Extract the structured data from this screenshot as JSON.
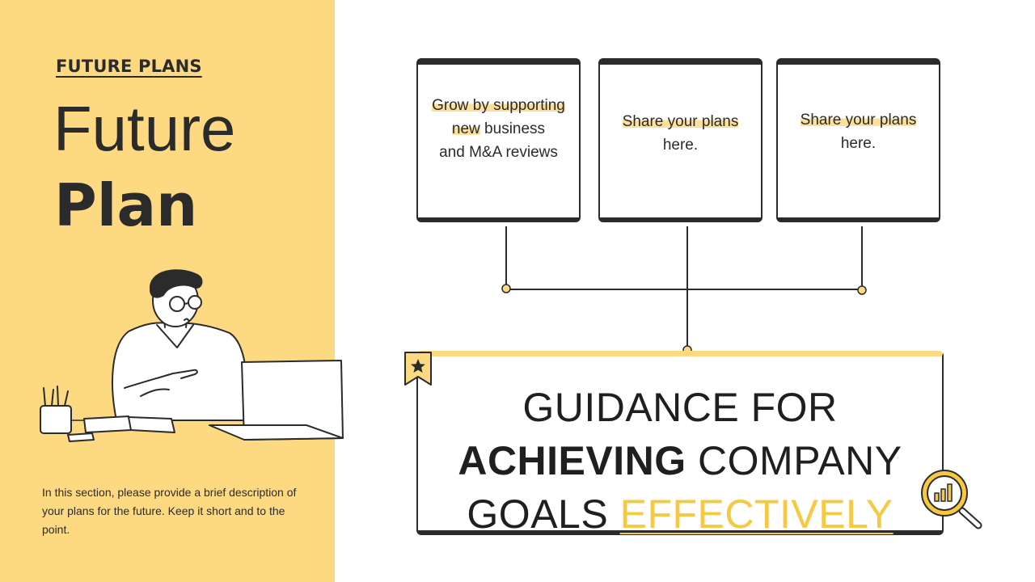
{
  "sidebar": {
    "section_label": "FUTURE PLANS",
    "title_light": "Future",
    "title_bold": "Plan",
    "description": "In this section, please provide a brief description of your plans for the future. Keep it short and to the point."
  },
  "cards": [
    {
      "line1": "Grow by supporting",
      "line2": "new",
      "line2_rest": " business",
      "line3": "and M&A reviews"
    },
    {
      "line1": "Share your plans",
      "line2": "here."
    },
    {
      "line1": "Share your plans",
      "line2": "here."
    }
  ],
  "goal": {
    "w1": "GUIDANCE",
    "w2": " FOR",
    "w3": "ACHIEVING",
    "w4": " COMPANY",
    "w5": "GOALS ",
    "w6": "EFFECTIVELY"
  },
  "colors": {
    "accent_yellow": "#fdd981",
    "highlight": "#fcdf9a",
    "emphasis_yellow": "#f7c840",
    "ink": "#2b2b2b"
  },
  "icons": {
    "badge": "star-bookmark-icon",
    "magnifier": "magnifier-chart-icon"
  }
}
